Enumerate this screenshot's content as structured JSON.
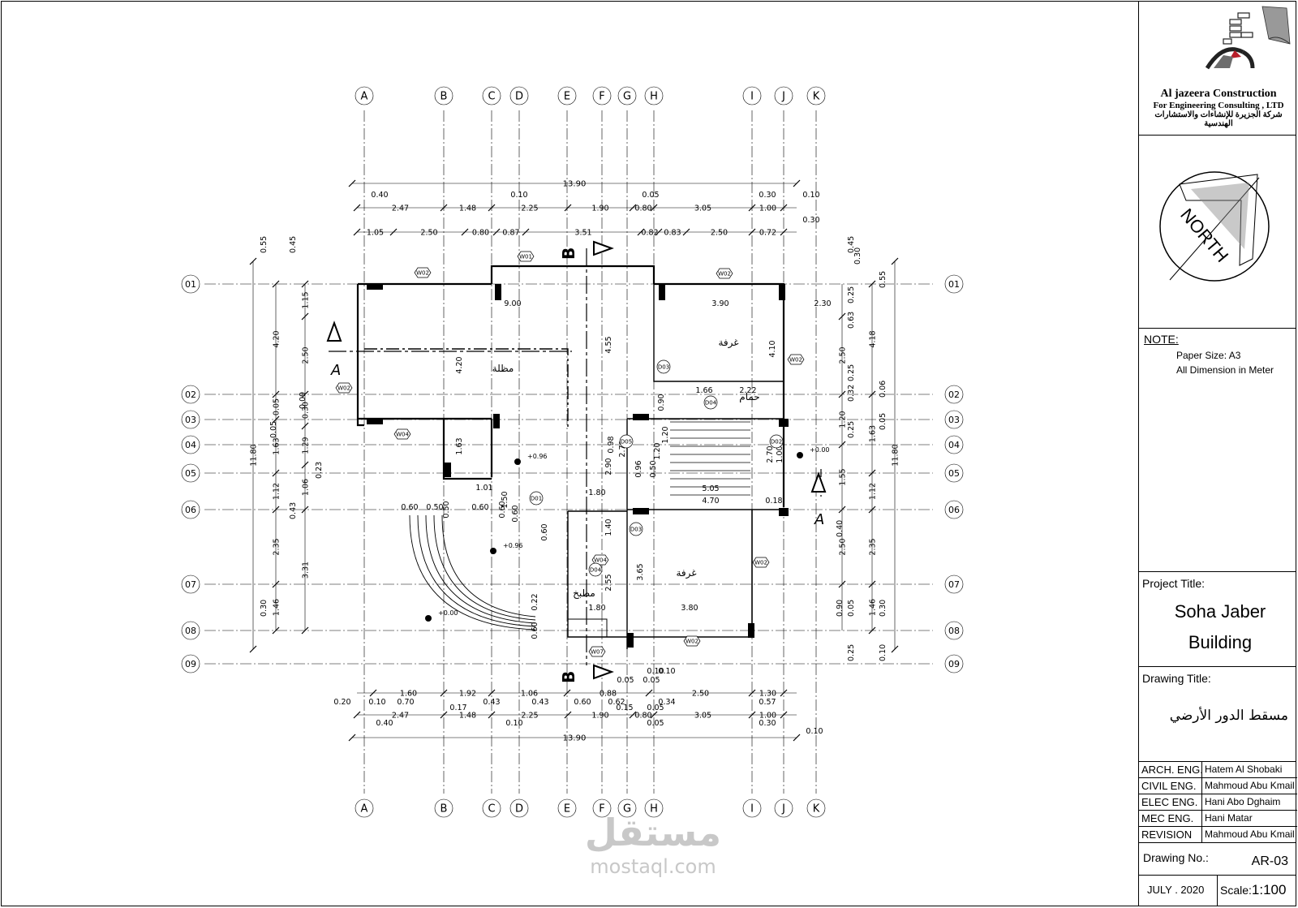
{
  "grid": {
    "columns": [
      "A",
      "B",
      "C",
      "D",
      "E",
      "F",
      "G",
      "H",
      "I",
      "J",
      "K"
    ],
    "rows": [
      "01",
      "02",
      "03",
      "04",
      "05",
      "06",
      "07",
      "08",
      "09"
    ]
  },
  "dims": {
    "overall_width": "13.90",
    "top_row1": [
      "2.47",
      "1.48",
      "2.25",
      "1.90",
      "0.80",
      "3.05",
      "1.00"
    ],
    "top_row1_small": [
      "0.40",
      "0.10",
      "0.05",
      "0.30",
      "0.10"
    ],
    "top_row2": [
      "1.05",
      "2.50",
      "0.80",
      "0.87",
      "3.51",
      "0.82",
      "0.83",
      "2.50",
      "0.72"
    ],
    "top_row2_small": [
      "0.30"
    ],
    "bottom_row1": [
      "1.60",
      "1.92",
      "1.06",
      "0.88",
      "2.50",
      "1.30"
    ],
    "bottom_row1_small": [
      "0.20",
      "0.10",
      "0.70",
      "0.17",
      "0.43",
      "0.43",
      "0.60",
      "0.62",
      "0.10",
      "0.10",
      "0.05",
      "0.05",
      "0.34",
      "0.05",
      "0.57"
    ],
    "bottom_row2": [
      "2.47",
      "1.48",
      "2.25",
      "1.90",
      "0.80",
      "3.05",
      "1.00"
    ],
    "bottom_row2_small": [
      "0.40",
      "0.10",
      "0.15",
      "0.05",
      "0.30",
      "0.10"
    ],
    "left_overall": "11.80",
    "left_row1": [
      "4.20",
      "0.05",
      "1.63",
      "1.12",
      "2.35",
      "1.46"
    ],
    "left_row1_small": [
      "0.55",
      "0.05",
      "0.30"
    ],
    "left_row2": [
      "1.15",
      "2.50",
      "0.30",
      "1.29",
      "1.06",
      "3.31"
    ],
    "left_row2_small": [
      "0.45",
      "0.09",
      "0.23",
      "0.43"
    ],
    "right_overall": "11.80",
    "right_row1": [
      "4.18",
      "1.63",
      "1.12",
      "2.35",
      "1.46"
    ],
    "right_row1_small": [
      "0.55",
      "0.06",
      "0.05",
      "0.30",
      "0.10"
    ],
    "right_row2": [
      "2.50",
      "1.20",
      "1.55",
      "2.50"
    ],
    "right_row2_small": [
      "0.45",
      "0.30",
      "0.25",
      "0.63",
      "0.25",
      "0.32",
      "0.25",
      "0.40",
      "0.90",
      "0.05",
      "0.25"
    ],
    "interior": [
      "9.00",
      "3.90",
      "2.30",
      "4.20",
      "1.63",
      "4.55",
      "4.10",
      "1.66",
      "2.22",
      "0.90",
      "2.90",
      "2.70",
      "1.20",
      "0.50",
      "5.05",
      "4.70",
      "0.96",
      "1.20",
      "2.70",
      "1.00",
      "1.80",
      "1.40",
      "3.65",
      "2.55",
      "3.80",
      "1.80",
      "0.60",
      "0.50",
      "0.60",
      "1.01",
      "0.50",
      "0.60",
      "1.50",
      "0.60",
      "0.60",
      "0.22",
      "0.60",
      "0.18",
      "0.98"
    ]
  },
  "levels": [
    "+0.96",
    "+0.96",
    "+0.00",
    "+0.00"
  ],
  "tags": {
    "windows": [
      "W01",
      "W02",
      "W02",
      "W02",
      "W02",
      "W02",
      "W02",
      "W04",
      "W04",
      "W07"
    ],
    "doors": [
      "D01",
      "D02",
      "D03",
      "D03",
      "D04",
      "D04",
      "D05"
    ]
  },
  "room_labels": [
    "غرفة",
    "غرفة",
    "مظلة",
    "مطبخ",
    "حمام"
  ],
  "section_marks": {
    "a": "A",
    "b": "B"
  },
  "north_label": "NORTH",
  "company": {
    "name": "Al jazeera Construction",
    "subtitle": "For Engineering Consulting , LTD",
    "arabic": "شركة الجزيرة للإنشاءات والاستشارات الهندسية"
  },
  "note": {
    "label": "NOTE:",
    "line1": "Paper Size: A3",
    "line2": "All Dimension in Meter"
  },
  "project": {
    "label": "Project Title:",
    "line1": "Soha Jaber",
    "line2": "Building"
  },
  "drawing": {
    "label": "Drawing Title:",
    "arabic_title": "مسقط الدور الأرضي"
  },
  "engineers": [
    {
      "role": "ARCH. ENG.",
      "name": "Hatem Al Shobaki"
    },
    {
      "role": "CIVIL ENG.",
      "name": "Mahmoud Abu Kmail"
    },
    {
      "role": "ELEC ENG.",
      "name": "Hani Abo Dghaim"
    },
    {
      "role": "MEC ENG.",
      "name": "Hani Matar"
    },
    {
      "role": "REVISION",
      "name": "Mahmoud Abu Kmail"
    }
  ],
  "drawing_no": {
    "label": "Drawing No.:",
    "value": "AR-03"
  },
  "date": "JULY . 2020",
  "scale": {
    "label": "Scale:",
    "value": "1:100"
  },
  "watermark": {
    "ar": "مستقل",
    "en": "mostaql.com"
  }
}
